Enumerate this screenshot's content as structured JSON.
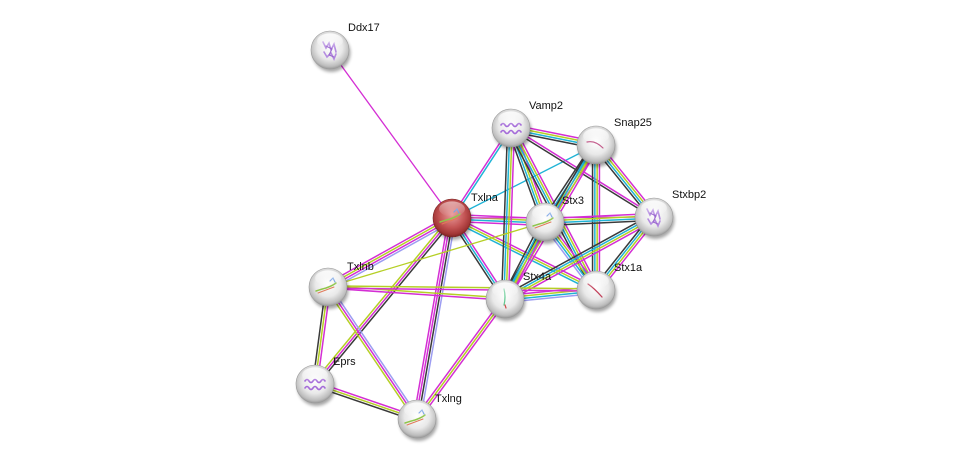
{
  "diagram": {
    "type": "protein-interaction-network",
    "colors": {
      "magenta": "#d42ed4",
      "yellow_green": "#b5cf25",
      "cyan": "#1fb3d6",
      "black": "#3a3a3a",
      "lavender": "#9d9df2",
      "query_node": "#c14b4b",
      "node": "#e8e8e8"
    },
    "nodes": [
      {
        "id": "Ddx17",
        "label": "Ddx17",
        "query": false,
        "glyph": "structure-purple"
      },
      {
        "id": "Vamp2",
        "label": "Vamp2",
        "query": false,
        "glyph": "helix-purple"
      },
      {
        "id": "Snap25",
        "label": "Snap25",
        "query": false,
        "glyph": "helix-pink"
      },
      {
        "id": "Txlna",
        "label": "Txlna",
        "query": true,
        "glyph": "helix-multi"
      },
      {
        "id": "Stx3",
        "label": "Stx3",
        "query": false,
        "glyph": "helix-multi"
      },
      {
        "id": "Stxbp2",
        "label": "Stxbp2",
        "query": false,
        "glyph": "structure-purple"
      },
      {
        "id": "Txlnb",
        "label": "Txlnb",
        "query": false,
        "glyph": "helix-multi"
      },
      {
        "id": "Stx4a",
        "label": "Stx4a",
        "query": false,
        "glyph": "helix-green"
      },
      {
        "id": "Stx1a",
        "label": "Stx1a",
        "query": false,
        "glyph": "helix-red"
      },
      {
        "id": "Eprs",
        "label": "Eprs",
        "query": false,
        "glyph": "helix-purple"
      },
      {
        "id": "Txlng",
        "label": "Txlng",
        "query": false,
        "glyph": "helix-multi"
      }
    ],
    "edges": [
      {
        "source": "Txlna",
        "target": "Ddx17",
        "evidence": [
          "magenta"
        ]
      },
      {
        "source": "Txlna",
        "target": "Vamp2",
        "evidence": [
          "magenta",
          "cyan"
        ]
      },
      {
        "source": "Txlna",
        "target": "Snap25",
        "evidence": [
          "cyan"
        ]
      },
      {
        "source": "Txlna",
        "target": "Stx3",
        "evidence": [
          "magenta",
          "yellow_green",
          "cyan",
          "magenta"
        ]
      },
      {
        "source": "Txlna",
        "target": "Stxbp2",
        "evidence": [
          "magenta"
        ]
      },
      {
        "source": "Txlna",
        "target": "Stx4a",
        "evidence": [
          "magenta",
          "cyan",
          "black"
        ]
      },
      {
        "source": "Txlna",
        "target": "Stx1a",
        "evidence": [
          "magenta",
          "yellow_green",
          "cyan"
        ]
      },
      {
        "source": "Txlna",
        "target": "Txlnb",
        "evidence": [
          "lavender",
          "magenta",
          "yellow_green",
          "magenta"
        ]
      },
      {
        "source": "Txlna",
        "target": "Eprs",
        "evidence": [
          "black",
          "magenta",
          "yellow_green"
        ]
      },
      {
        "source": "Txlna",
        "target": "Txlng",
        "evidence": [
          "lavender",
          "black",
          "magenta",
          "magenta"
        ]
      },
      {
        "source": "Vamp2",
        "target": "Snap25",
        "evidence": [
          "magenta",
          "yellow_green",
          "cyan",
          "black"
        ]
      },
      {
        "source": "Vamp2",
        "target": "Stx3",
        "evidence": [
          "magenta",
          "yellow_green",
          "cyan",
          "black"
        ]
      },
      {
        "source": "Vamp2",
        "target": "Stxbp2",
        "evidence": [
          "magenta",
          "black"
        ]
      },
      {
        "source": "Vamp2",
        "target": "Stx4a",
        "evidence": [
          "magenta",
          "yellow_green",
          "cyan",
          "black"
        ]
      },
      {
        "source": "Vamp2",
        "target": "Stx1a",
        "evidence": [
          "magenta",
          "yellow_green",
          "cyan",
          "black"
        ]
      },
      {
        "source": "Snap25",
        "target": "Stx3",
        "evidence": [
          "magenta",
          "yellow_green",
          "cyan",
          "black"
        ]
      },
      {
        "source": "Snap25",
        "target": "Stxbp2",
        "evidence": [
          "magenta",
          "yellow_green",
          "cyan",
          "black"
        ]
      },
      {
        "source": "Snap25",
        "target": "Stx4a",
        "evidence": [
          "magenta",
          "yellow_green",
          "cyan",
          "black"
        ]
      },
      {
        "source": "Snap25",
        "target": "Stx1a",
        "evidence": [
          "magenta",
          "yellow_green",
          "cyan",
          "black"
        ]
      },
      {
        "source": "Stx3",
        "target": "Stxbp2",
        "evidence": [
          "magenta",
          "yellow_green",
          "cyan",
          "black"
        ]
      },
      {
        "source": "Stx3",
        "target": "Stx4a",
        "evidence": [
          "magenta",
          "yellow_green",
          "cyan",
          "black"
        ]
      },
      {
        "source": "Stx3",
        "target": "Stx1a",
        "evidence": [
          "magenta",
          "yellow_green",
          "cyan",
          "lavender"
        ]
      },
      {
        "source": "Stx3",
        "target": "Txlnb",
        "evidence": [
          "yellow_green"
        ]
      },
      {
        "source": "Stxbp2",
        "target": "Stx4a",
        "evidence": [
          "magenta",
          "yellow_green",
          "cyan",
          "black"
        ]
      },
      {
        "source": "Stxbp2",
        "target": "Stx1a",
        "evidence": [
          "magenta",
          "yellow_green",
          "cyan",
          "black"
        ]
      },
      {
        "source": "Stx4a",
        "target": "Stx1a",
        "evidence": [
          "magenta",
          "yellow_green",
          "cyan",
          "lavender"
        ]
      },
      {
        "source": "Stx4a",
        "target": "Txlnb",
        "evidence": [
          "magenta",
          "yellow_green"
        ]
      },
      {
        "source": "Stx1a",
        "target": "Txlnb",
        "evidence": [
          "magenta",
          "yellow_green"
        ]
      },
      {
        "source": "Stx4a",
        "target": "Txlng",
        "evidence": [
          "magenta",
          "yellow_green",
          "magenta"
        ]
      },
      {
        "source": "Txlnb",
        "target": "Eprs",
        "evidence": [
          "magenta",
          "yellow_green",
          "black"
        ]
      },
      {
        "source": "Txlnb",
        "target": "Txlng",
        "evidence": [
          "lavender",
          "magenta",
          "yellow_green"
        ]
      },
      {
        "source": "Eprs",
        "target": "Txlng",
        "evidence": [
          "magenta",
          "yellow_green",
          "black"
        ]
      }
    ]
  }
}
